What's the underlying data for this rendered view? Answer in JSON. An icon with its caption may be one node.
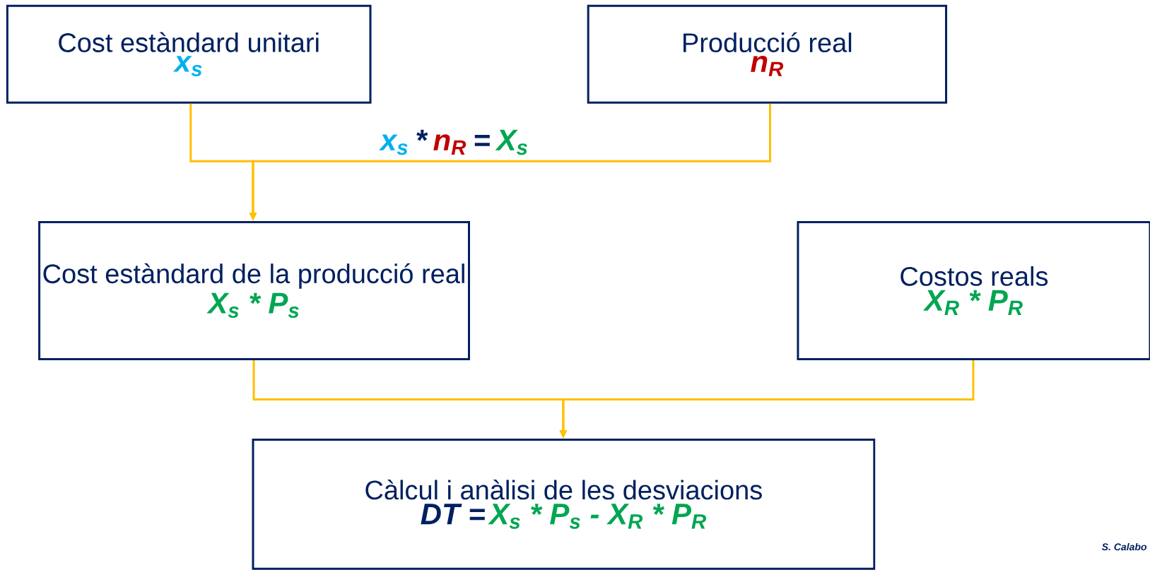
{
  "diagram": {
    "nodes": [
      {
        "text": [
          "Cost estàndard unitari",
          "x$_{s}$"
        ]
      },
      {
        "text": [
          "Producció real",
          "n$_{R}$"
        ]
      },
      {
        "text": [
          "Cost estàndard de la producció real",
          "X$_{s}$ * P$_{s}$"
        ]
      },
      {
        "text": [
          "Costos reals",
          "X$_{R}$ * P$_{R}$"
        ]
      },
      {
        "text": [
          "Càlcul i anàlisi de les desviacions",
          "DT =",
          "X$_{s}$ * P$_{s}$ - X$_{R}$ * P$_{R}$"
        ]
      }
    ],
    "edges": [
      {
        "from": 0,
        "to": 2,
        "arrow": "to"
      },
      {
        "from": 1,
        "to": 2,
        "arrow": "to"
      },
      {
        "from": 2,
        "to": 4,
        "arrow": "to"
      },
      {
        "from": 3,
        "to": 4,
        "arrow": "to"
      }
    ],
    "labels": [
      "x$_{s}$",
      "*",
      "n$_{R}$",
      "=",
      "X$_{s}$",
      "S. Calabo"
    ]
  }
}
